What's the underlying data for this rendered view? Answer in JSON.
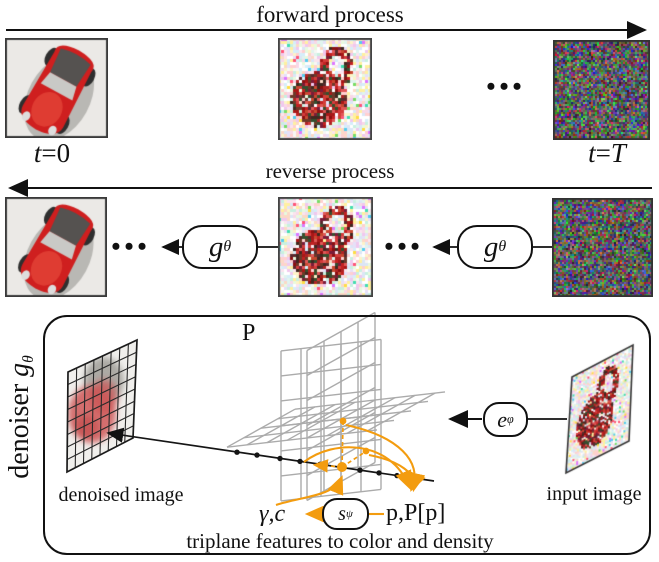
{
  "colors": {
    "orange": "#F39C0F",
    "triplane_gray": "#ababab",
    "ink": "#111111"
  },
  "top": {
    "title": "forward process",
    "t": "t",
    "eq": "=",
    "zero": "0",
    "T": "T",
    "ellipsis": "•••"
  },
  "middle": {
    "title": "reverse process",
    "ellipsis": "•••"
  },
  "symbols": {
    "g": "g",
    "theta": "θ",
    "e": "e",
    "phi": "φ",
    "s": "s",
    "psi": "ψ"
  },
  "box": {
    "side_label": "denoiser",
    "plane_label": "P",
    "gamma_c": "γ,c",
    "p_Pp": "p,P[p]",
    "denoised_label": "denoised image",
    "input_label": "input image",
    "caption": "triplane features to color and density"
  }
}
